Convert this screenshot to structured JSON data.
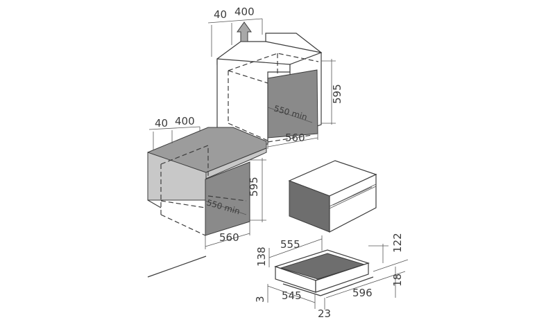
{
  "upper_unit": {
    "depth_gap": "40",
    "depth_top": "400",
    "height": "595",
    "inner_depth": "550 min",
    "width": "560"
  },
  "lower_unit": {
    "depth_gap": "40",
    "depth_top": "400",
    "height": "595",
    "inner_depth": "550 min",
    "width": "560"
  },
  "drawer": {
    "height_left": "138",
    "depth_top": "555",
    "height_right": "122",
    "front_height": "18",
    "gap": "3",
    "depth_bottom": "545",
    "offset": "23",
    "width": "596"
  }
}
